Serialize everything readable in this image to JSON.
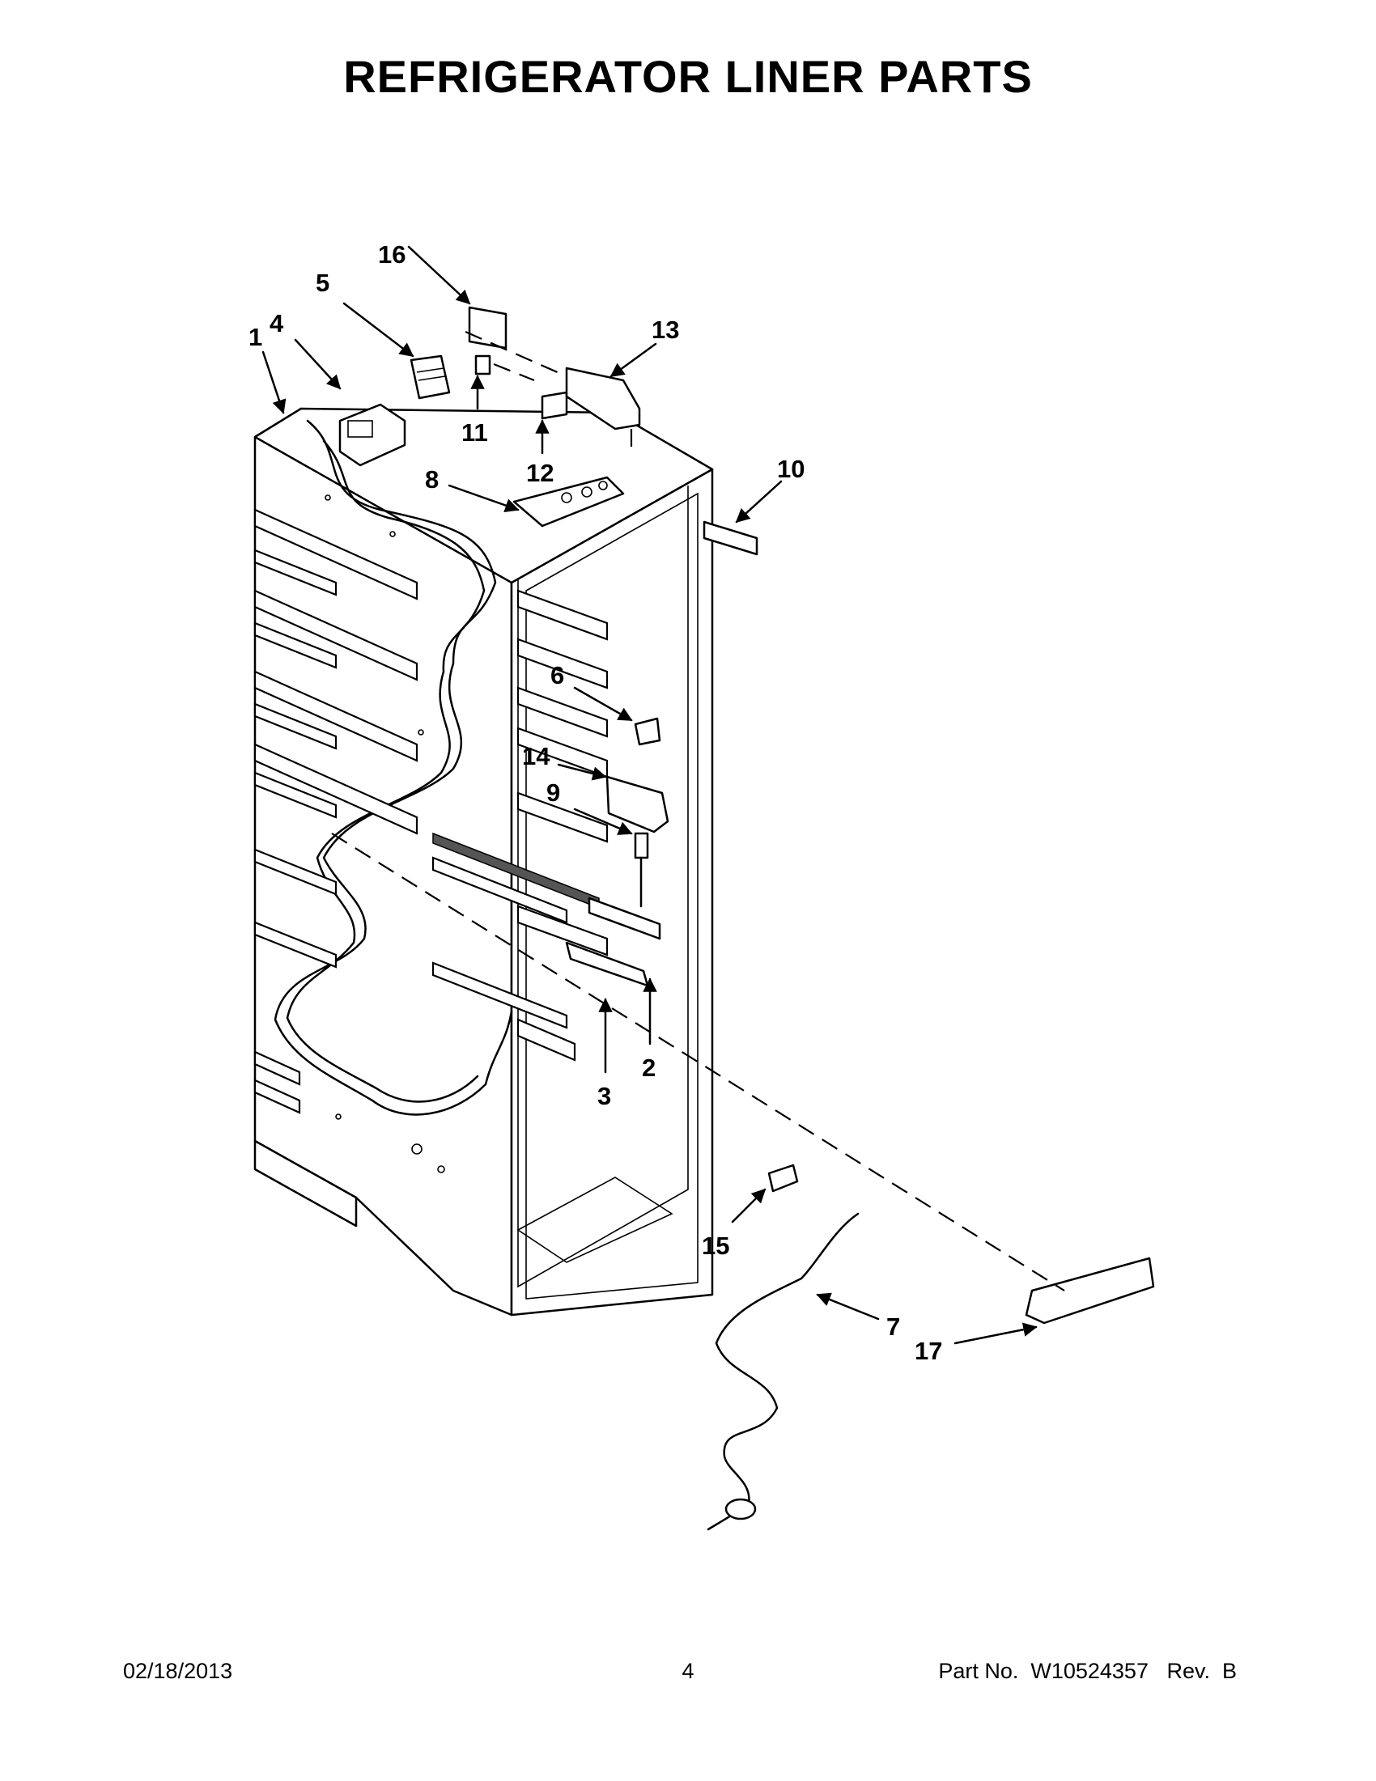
{
  "title": "REFRIGERATOR LINER PARTS",
  "callouts": [
    "1",
    "2",
    "3",
    "4",
    "5",
    "6",
    "7",
    "8",
    "9",
    "10",
    "11",
    "12",
    "13",
    "14",
    "15",
    "16",
    "17"
  ],
  "footer": {
    "date": "02/18/2013",
    "page": "4",
    "part_no": "Part No.  W10524357   Rev.  B"
  }
}
